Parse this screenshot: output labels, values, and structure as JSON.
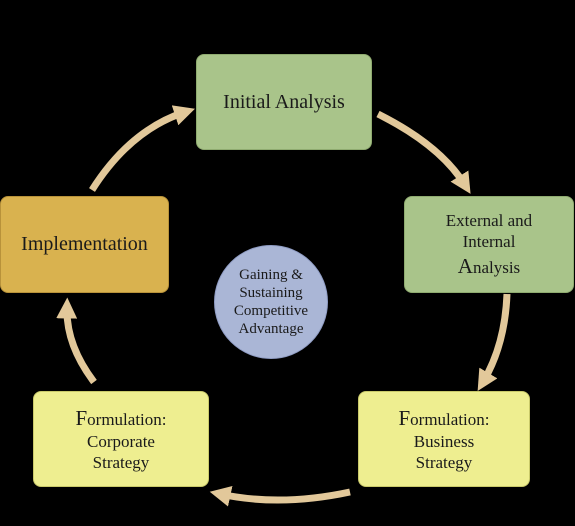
{
  "diagram": {
    "stages": [
      {
        "id": "initial-analysis",
        "lines": [
          "Initial Analysis"
        ],
        "fill": "#a9c48a"
      },
      {
        "id": "external-internal-analysis",
        "lines": [
          "External and",
          "Internal",
          "Analysis"
        ],
        "fill": "#a9c48a"
      },
      {
        "id": "formulation-business",
        "lines": [
          "Formulation:",
          "Business",
          "Strategy"
        ],
        "fill": "#eeee90"
      },
      {
        "id": "formulation-corporate",
        "lines": [
          "Formulation:",
          "Corporate",
          "Strategy"
        ],
        "fill": "#eeee90"
      },
      {
        "id": "implementation",
        "lines": [
          "Implementation"
        ],
        "fill": "#d9b24f"
      }
    ],
    "center": {
      "lines": [
        "Gaining &",
        "Sustaining",
        "Competitive",
        "Advantage"
      ],
      "fill": "#aab6d6"
    },
    "arrow_color": "#e2c89a",
    "background": "#000000"
  }
}
